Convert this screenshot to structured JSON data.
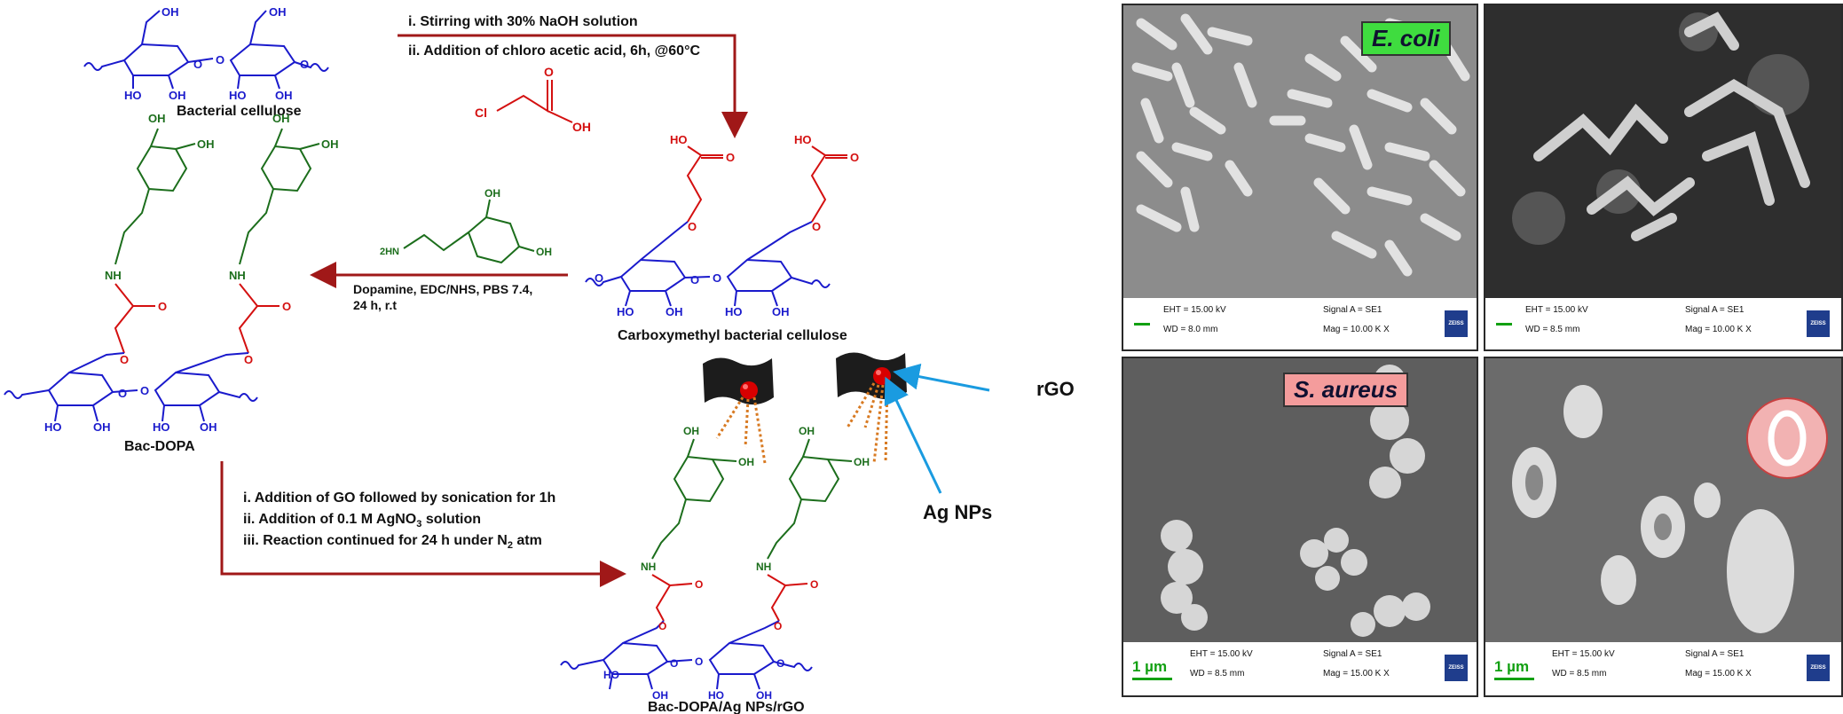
{
  "scheme": {
    "step1_line1": "i. Stirring with 30% NaOH solution",
    "step1_line2": "ii. Addition of chloro acetic acid, 6h, @60°C",
    "bacterial_cellulose_label": "Bacterial cellulose",
    "cmbc_label": "Carboxymethyl bacterial cellulose",
    "bac_dopa_label": "Bac-DOPA",
    "final_label": "Bac-DOPA/Ag NPs/rGO",
    "dopamine_line1": "Dopamine, EDC/NHS, PBS 7.4,",
    "dopamine_line2": "24 h, r.t",
    "step3_line1": "i.    Addition of GO followed by sonication for 1h",
    "step3_line2_pre": "ii.   Addition of 0.1 M AgNO",
    "step3_line2_sub": "3",
    "step3_line2_post": " solution",
    "step3_line3_pre": "iii.  Reaction continued for 24 h under N",
    "step3_line3_sub": "2",
    "step3_line3_post": " atm",
    "rgo_label": "rGO",
    "agnps_label": "Ag NPs",
    "cl": "Cl",
    "o": "O",
    "oh": "OH",
    "ho": "HO",
    "nh": "NH",
    "h2n": "2HN"
  },
  "sem": {
    "ecoli_label": "E. coli",
    "saureus_label": "S. aureus",
    "panels": [
      {
        "eht": "EHT = 15.00 kV",
        "wd": "WD =  8.0 mm",
        "signal": "Signal A = SE1",
        "mag": "Mag =  10.00 K X",
        "scale": ""
      },
      {
        "eht": "EHT = 15.00 kV",
        "wd": "WD =  8.5 mm",
        "signal": "Signal A = SE1",
        "mag": "Mag =  10.00 K X",
        "scale": ""
      },
      {
        "eht": "EHT = 15.00 kV",
        "wd": "WD =  8.5 mm",
        "signal": "Signal A = SE1",
        "mag": "Mag =  15.00 K X",
        "scale": "1 µm"
      },
      {
        "eht": "EHT = 15.00 kV",
        "wd": "WD =  8.5 mm",
        "signal": "Signal A = SE1",
        "mag": "Mag =  15.00 K X",
        "scale": "1 µm"
      }
    ],
    "brand": "ZEISS"
  },
  "colors": {
    "backbone": "#1a1acc",
    "linker": "#d41010",
    "catechol": "#1c6e1c",
    "arrow": "#a01818",
    "pointer": "#1a9be0"
  }
}
